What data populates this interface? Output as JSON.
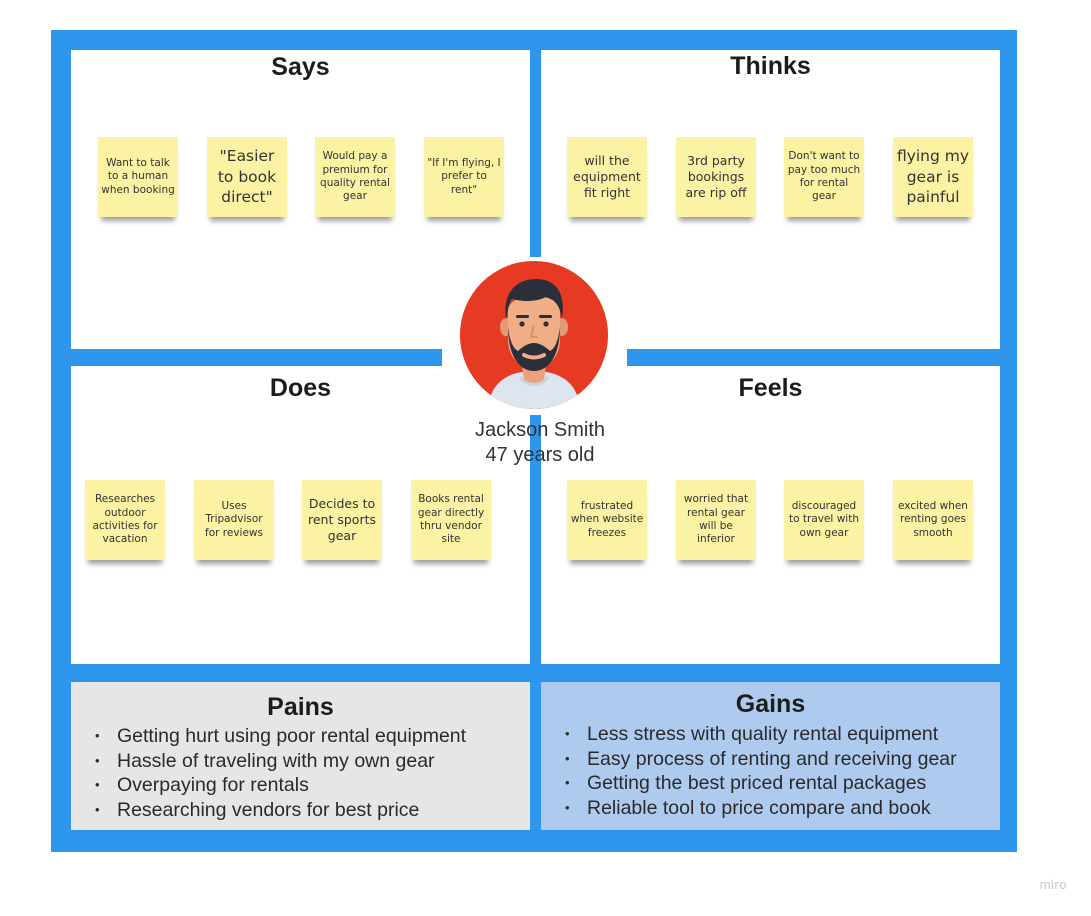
{
  "quadrants": {
    "says": {
      "title": "Says",
      "notes": [
        "Want to talk to a human when booking",
        "\"Easier to book direct\"",
        "Would pay a premium for quality rental gear",
        "\"If I'm flying, I prefer to rent\""
      ]
    },
    "thinks": {
      "title": "Thinks",
      "notes": [
        "will the equipment fit right",
        "3rd party bookings are rip off",
        "Don't want to pay too much for rental gear",
        "flying my gear is painful"
      ]
    },
    "does": {
      "title": "Does",
      "notes": [
        "Researches outdoor activities for vacation",
        "Uses Tripadvisor for reviews",
        "Decides to rent sports gear",
        "Books rental gear directly thru vendor site"
      ]
    },
    "feels": {
      "title": "Feels",
      "notes": [
        "frustrated when website freezes",
        "worried that rental gear will be inferior",
        "discouraged to travel with own gear",
        "excited when renting goes smooth"
      ]
    }
  },
  "persona": {
    "name": "Jackson Smith",
    "age": "47 years old"
  },
  "pains": {
    "title": "Pains",
    "items": [
      "Getting hurt using poor rental equipment",
      "Hassle of traveling with my own gear",
      "Overpaying for rentals",
      "Researching vendors for best price"
    ]
  },
  "gains": {
    "title": "Gains",
    "items": [
      "Less stress with quality rental equipment",
      "Easy process of renting and receiving gear",
      "Getting the best priced rental packages",
      "Reliable tool to price compare and book"
    ]
  },
  "brand": "miro",
  "colors": {
    "frame": "#2f96ed",
    "sticky_note": "#fbf3a3",
    "pains_bg": "#e6e6e6",
    "gains_bg": "#aecbef",
    "avatar_bg": "#e63b22"
  }
}
